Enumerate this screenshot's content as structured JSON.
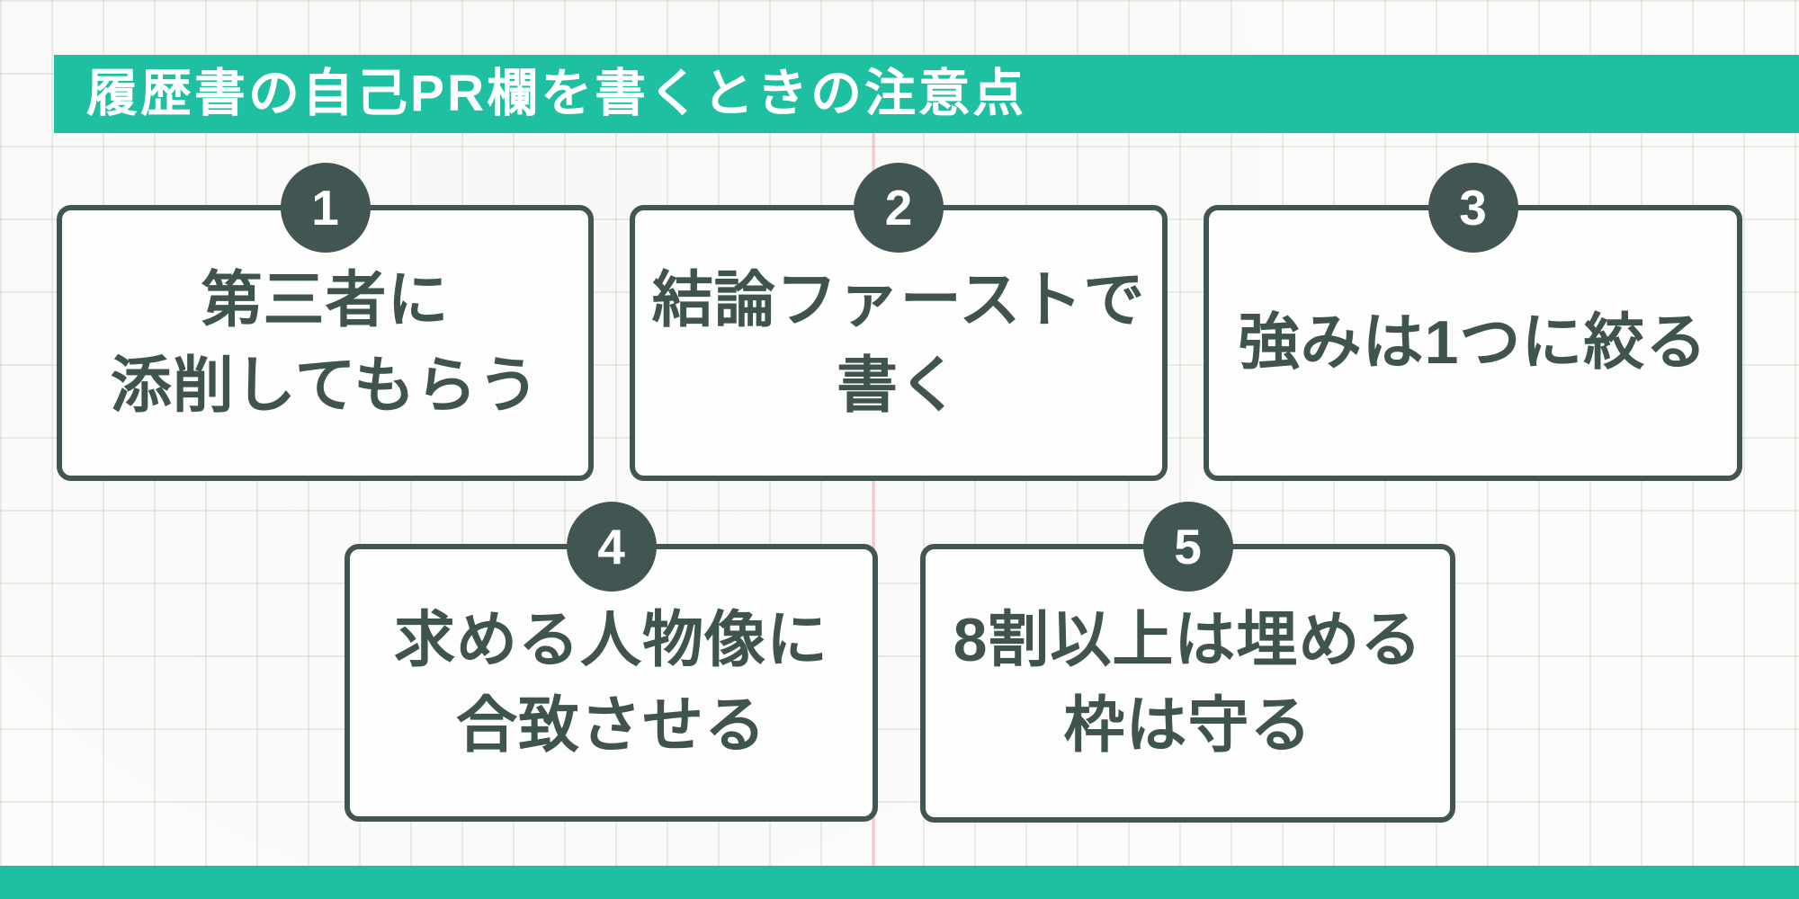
{
  "colors": {
    "teal": "#1fc0a2",
    "dark_slate": "#415653",
    "card_text": "#3f534f",
    "paper": "#fbfbf9",
    "grid_line": "#e3e3e0",
    "pink_guide_line": "#ec7992"
  },
  "header": {
    "title": "履歴書の自己PR欄を書くときの注意点"
  },
  "cards": [
    {
      "number": "1",
      "lines": [
        "第三者に",
        "添削してもらう"
      ]
    },
    {
      "number": "2",
      "lines": [
        "結論ファーストで",
        "書く"
      ]
    },
    {
      "number": "3",
      "lines": [
        "強みは1つに絞る"
      ]
    },
    {
      "number": "4",
      "lines": [
        "求める人物像に",
        "合致させる"
      ]
    },
    {
      "number": "5",
      "lines": [
        "8割以上は埋める",
        "枠は守る"
      ]
    }
  ]
}
